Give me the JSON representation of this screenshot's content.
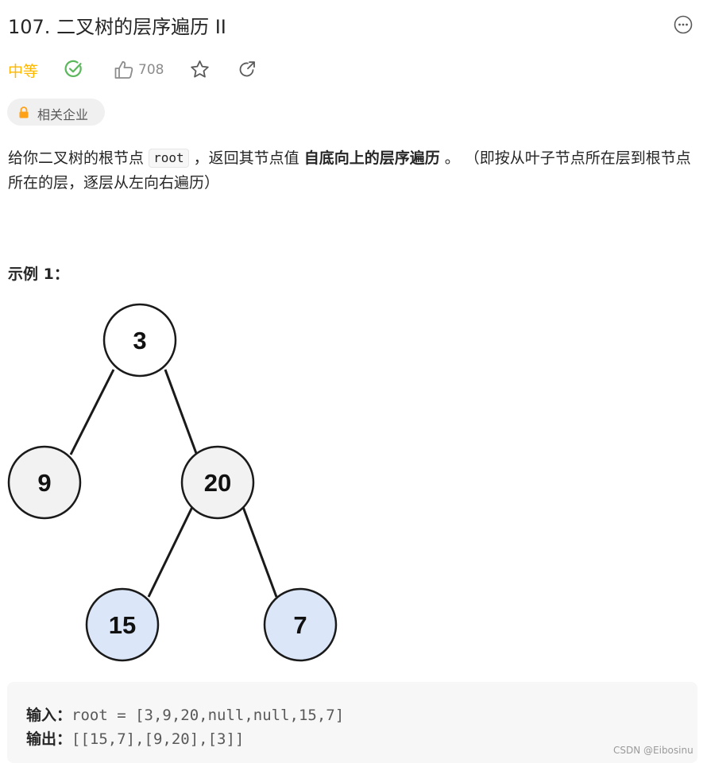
{
  "header": {
    "title": "107. 二叉树的层序遍历 II"
  },
  "meta": {
    "difficulty": "中等",
    "difficulty_color": "#ffb800",
    "solved_color": "#5cb85c",
    "likes": "708",
    "icons": [
      "more-icon",
      "solved-check-icon",
      "thumbs-up-icon",
      "star-icon",
      "share-icon",
      "lock-icon"
    ]
  },
  "tag": {
    "label": "相关企业",
    "lock_color": "#ffa116"
  },
  "description": {
    "part1": "给你二叉树的根节点",
    "code": "root",
    "part2": "，返回其节点值",
    "bold": "自底向上的层序遍历",
    "part3": "。 （即按从叶子节点所在层到根节点所在的层，逐层从左向右遍历）"
  },
  "example": {
    "title": "示例 1：",
    "tree": {
      "nodes": [
        {
          "id": "n3",
          "label": "3"
        },
        {
          "id": "n9",
          "label": "9"
        },
        {
          "id": "n20",
          "label": "20"
        },
        {
          "id": "n15",
          "label": "15"
        },
        {
          "id": "n7",
          "label": "7"
        }
      ],
      "fill_default": "#f2f2f2",
      "fill_highlight": "#dbe6f8"
    },
    "input_label": "输入：",
    "input_value": "root = [3,9,20,null,null,15,7]",
    "output_label": "输出：",
    "output_value": "[[15,7],[9,20],[3]]"
  },
  "watermark": "CSDN @Eibosinu"
}
